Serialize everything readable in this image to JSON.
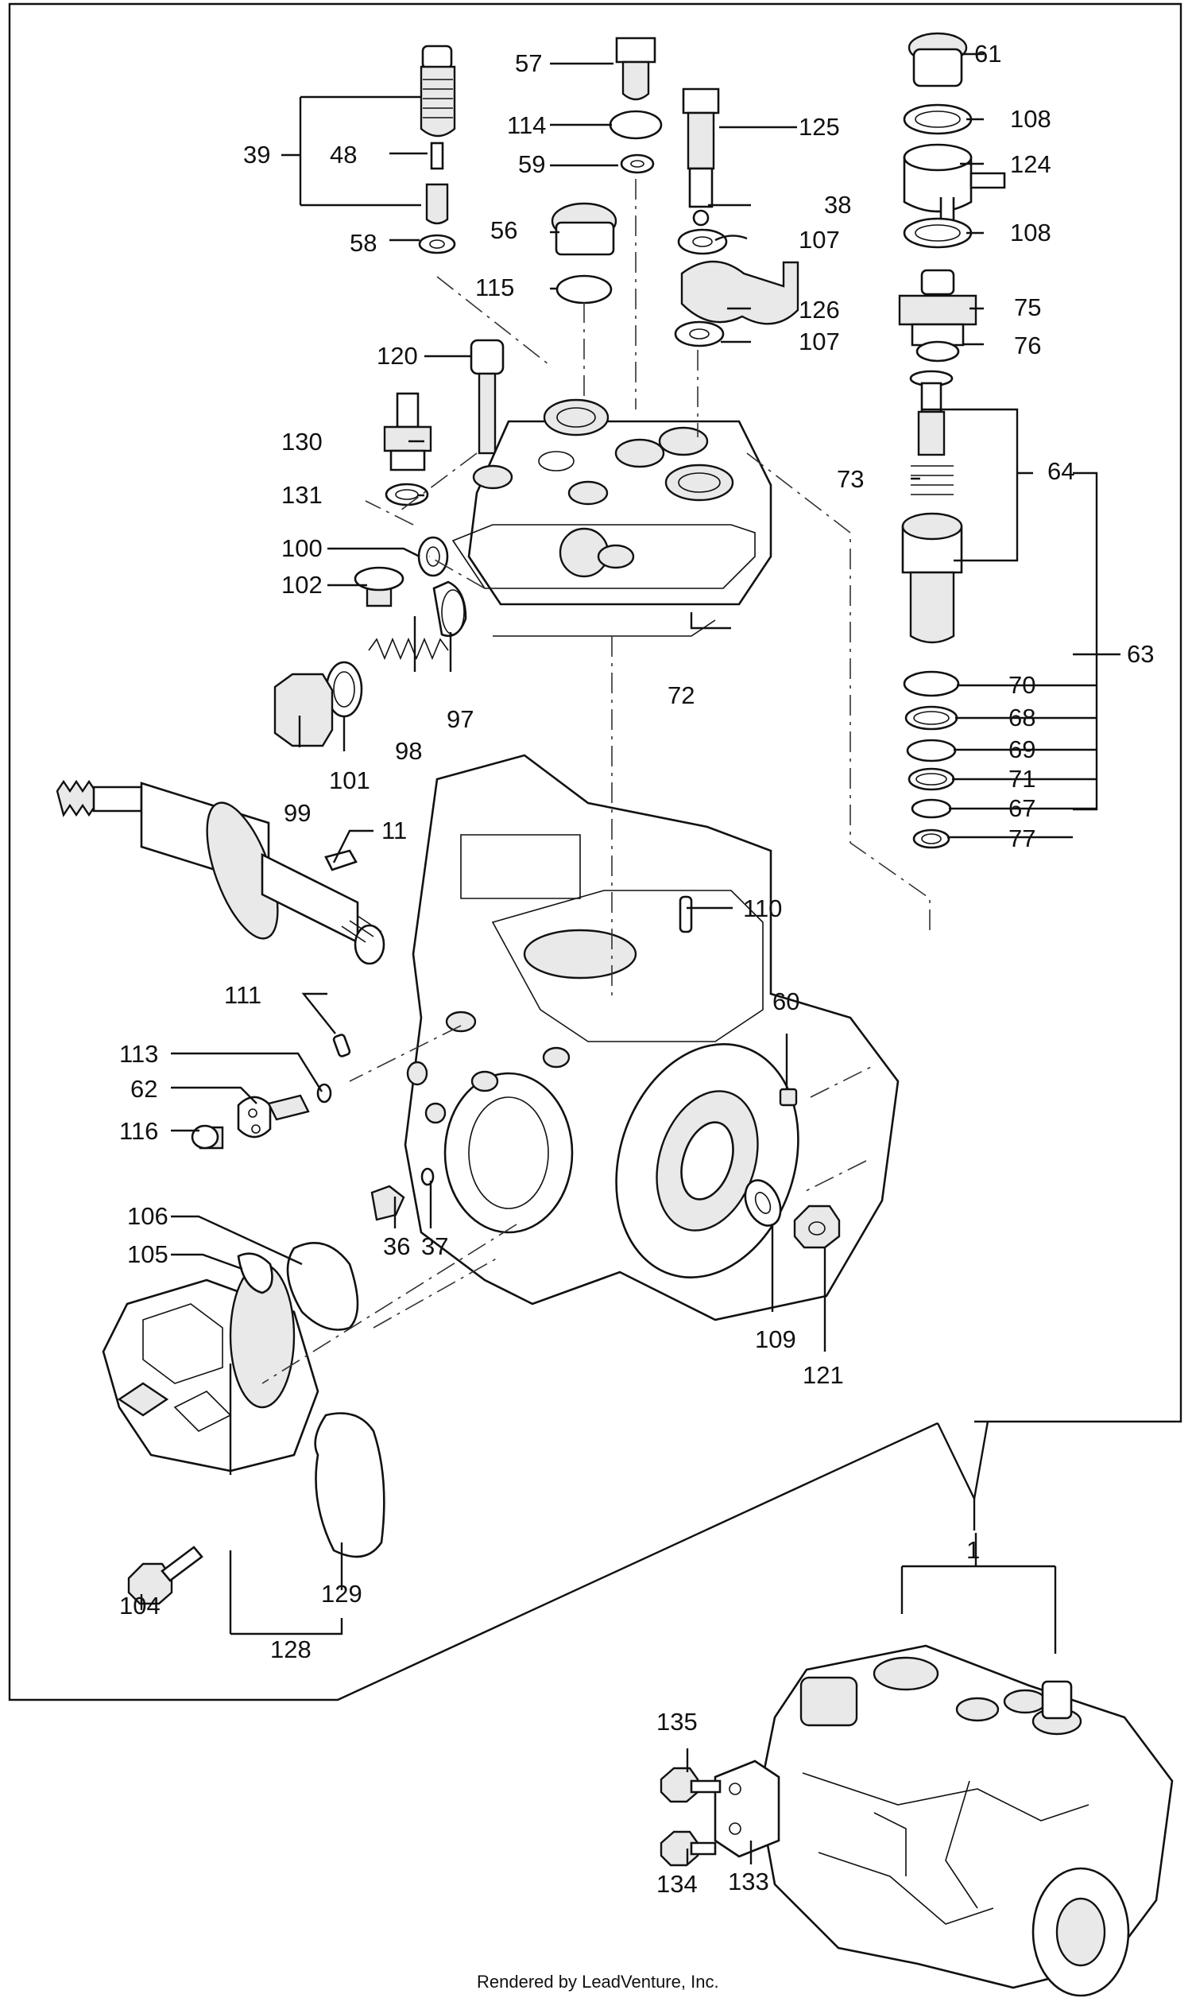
{
  "footer": "Rendered by LeadVenture, Inc.",
  "callouts": [
    "57",
    "61",
    "114",
    "125",
    "108",
    "39",
    "48",
    "59",
    "124",
    "38",
    "56",
    "107",
    "58",
    "108",
    "115",
    "126",
    "75",
    "120",
    "107",
    "76",
    "130",
    "64",
    "73",
    "63",
    "131",
    "100",
    "102",
    "72",
    "70",
    "68",
    "97",
    "98",
    "99",
    "101",
    "69",
    "71",
    "67",
    "77",
    "11",
    "110",
    "111",
    "60",
    "113",
    "62",
    "116",
    "106",
    "105",
    "36",
    "37",
    "109",
    "121",
    "1",
    "104",
    "129",
    "128",
    "135",
    "134",
    "133"
  ]
}
